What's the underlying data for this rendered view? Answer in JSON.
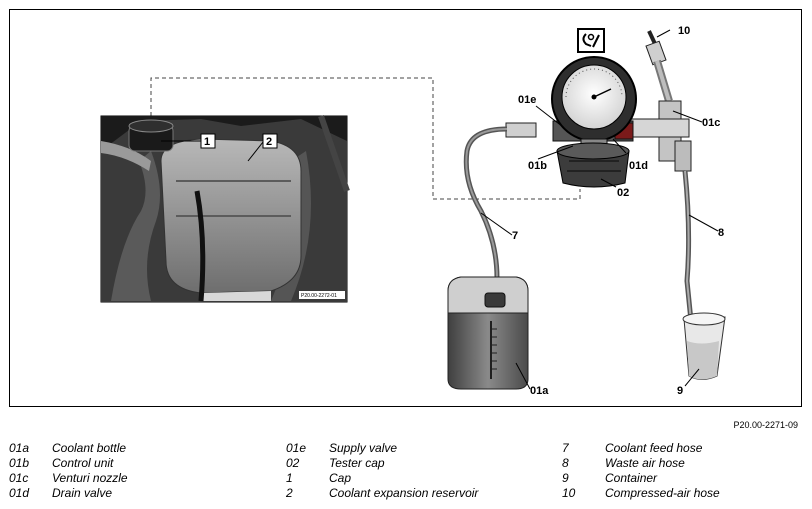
{
  "figure_code": "P20.00-2271-09",
  "photo_code": "P20.00-2272-01",
  "tool_symbol": "tester-tool-icon",
  "callouts": {
    "c01a": "01a",
    "c01b": "01b",
    "c01c": "01c",
    "c01d": "01d",
    "c01e": "01e",
    "c02": "02",
    "c1": "1",
    "c2": "2",
    "c7": "7",
    "c8": "8",
    "c9": "9",
    "c10": "10"
  },
  "legend": [
    {
      "key": "01a",
      "label": "Coolant bottle"
    },
    {
      "key": "01b",
      "label": "Control unit"
    },
    {
      "key": "01c",
      "label": "Venturi nozzle"
    },
    {
      "key": "01d",
      "label": "Drain valve"
    },
    {
      "key": "01e",
      "label": "Supply valve"
    },
    {
      "key": "02",
      "label": "Tester cap"
    },
    {
      "key": "1",
      "label": "Cap"
    },
    {
      "key": "2",
      "label": "Coolant expansion reservoir"
    },
    {
      "key": "7",
      "label": "Coolant feed hose"
    },
    {
      "key": "8",
      "label": "Waste air hose"
    },
    {
      "key": "9",
      "label": "Container"
    },
    {
      "key": "10",
      "label": "Compressed-air hose"
    }
  ]
}
